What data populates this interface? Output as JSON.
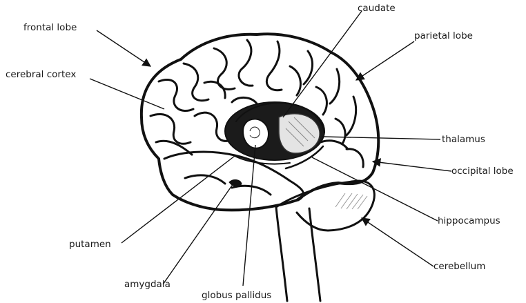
{
  "labels": {
    "frontal_lobe": "frontal lobe",
    "cerebral_cortex": "cerebral cortex",
    "caudate": "caudate",
    "parietal_lobe": "parietal lobe",
    "thalamus": "thalamus",
    "occipital_lobe": "occipital lobe",
    "hippocampus": "hippocampus",
    "cerebellum": "cerebellum",
    "putamen": "putamen",
    "amygdala": "amygdala",
    "globus_pallidus": "globus pallidus"
  },
  "colors": {
    "ink": "#111111",
    "background": "#ffffff",
    "shading": "#9a9a9a"
  }
}
